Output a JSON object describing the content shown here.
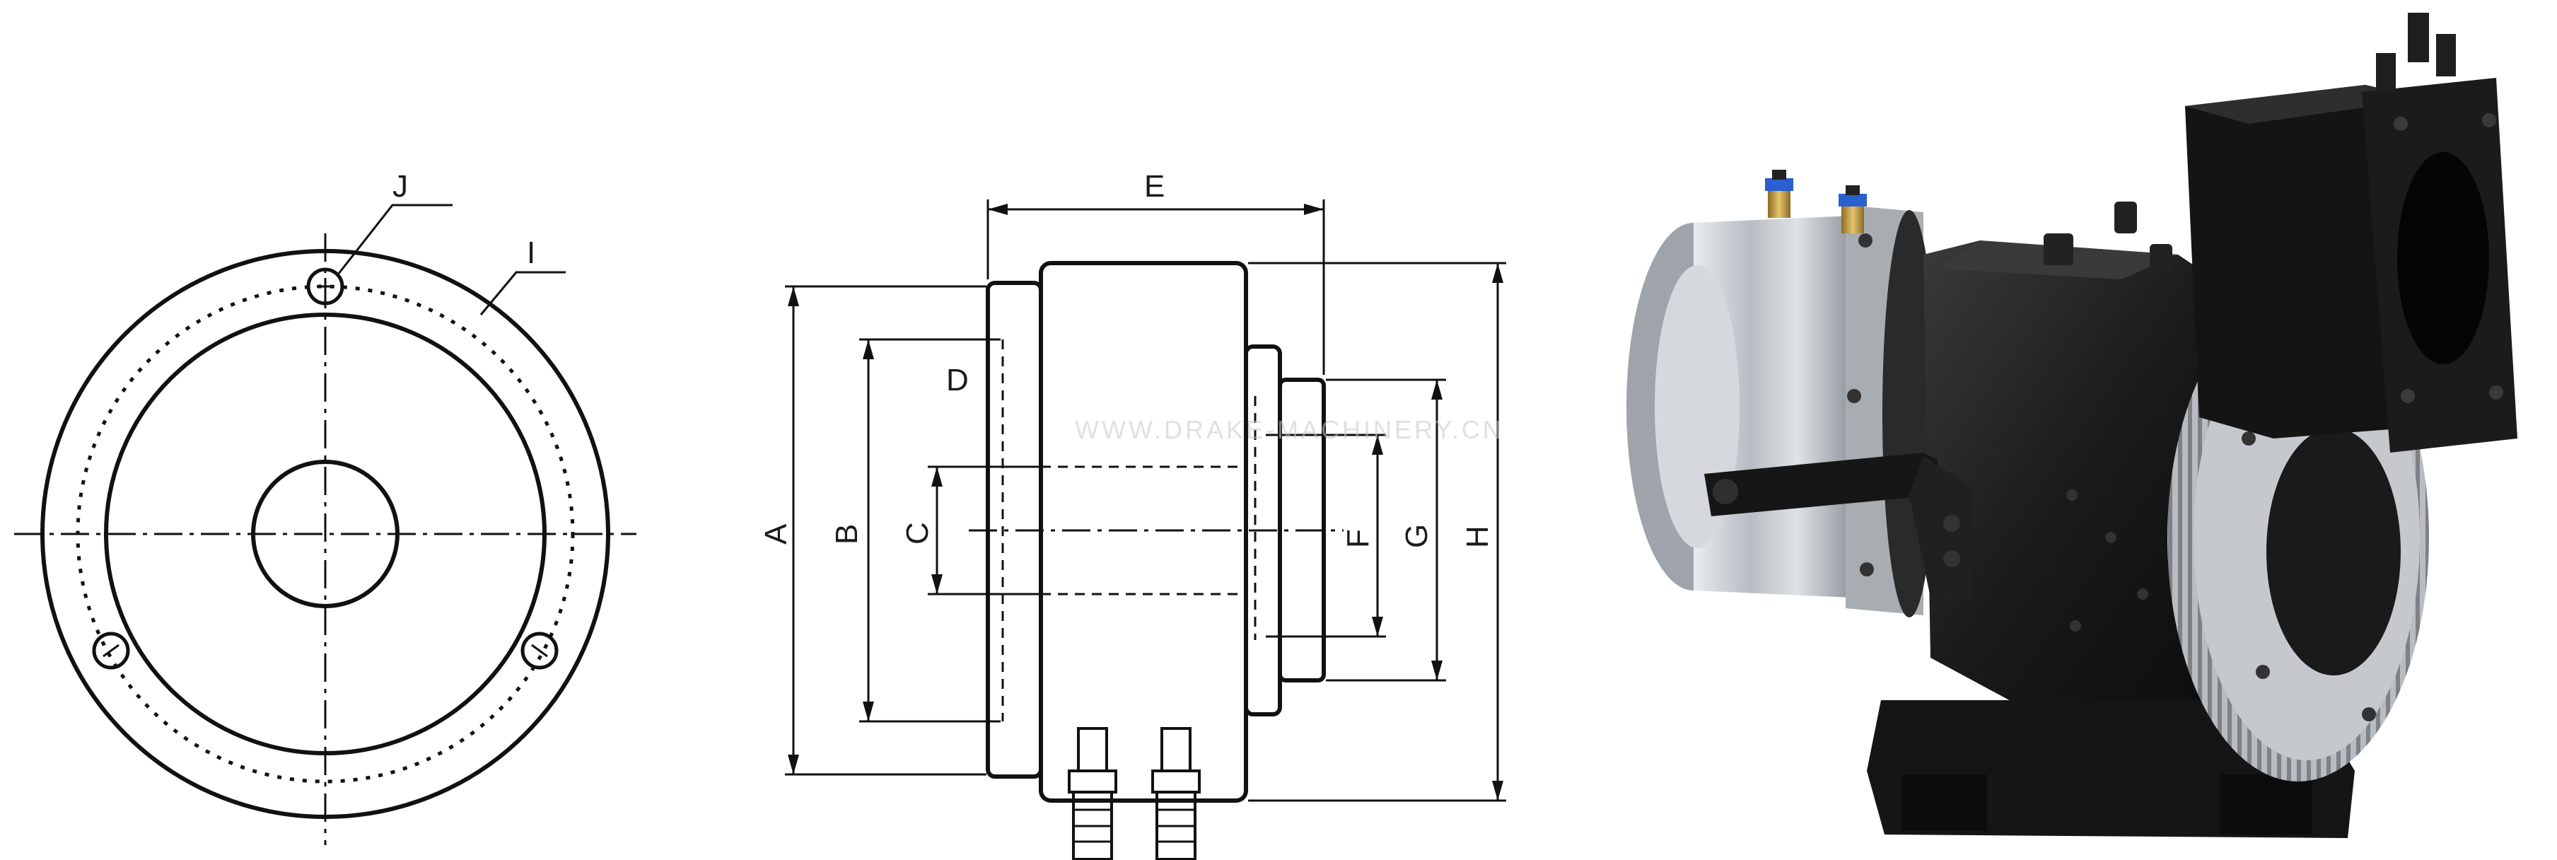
{
  "front_view": {
    "labels": {
      "hole": "J",
      "pcd": "I"
    }
  },
  "side_view": {
    "labels": {
      "overall_length": "E",
      "a": "A",
      "b": "B",
      "c": "C",
      "d": "D",
      "f": "F",
      "g": "G",
      "h": "H"
    }
  },
  "watermark": "WWW.DRAKE-MACHINERY.CN",
  "colors": {
    "line": "#111111",
    "body_black": "#1b1b1b",
    "aluminum": "#c9cdd1",
    "brass": "#c9a24a",
    "fitting_blue": "#2a5fd0"
  }
}
